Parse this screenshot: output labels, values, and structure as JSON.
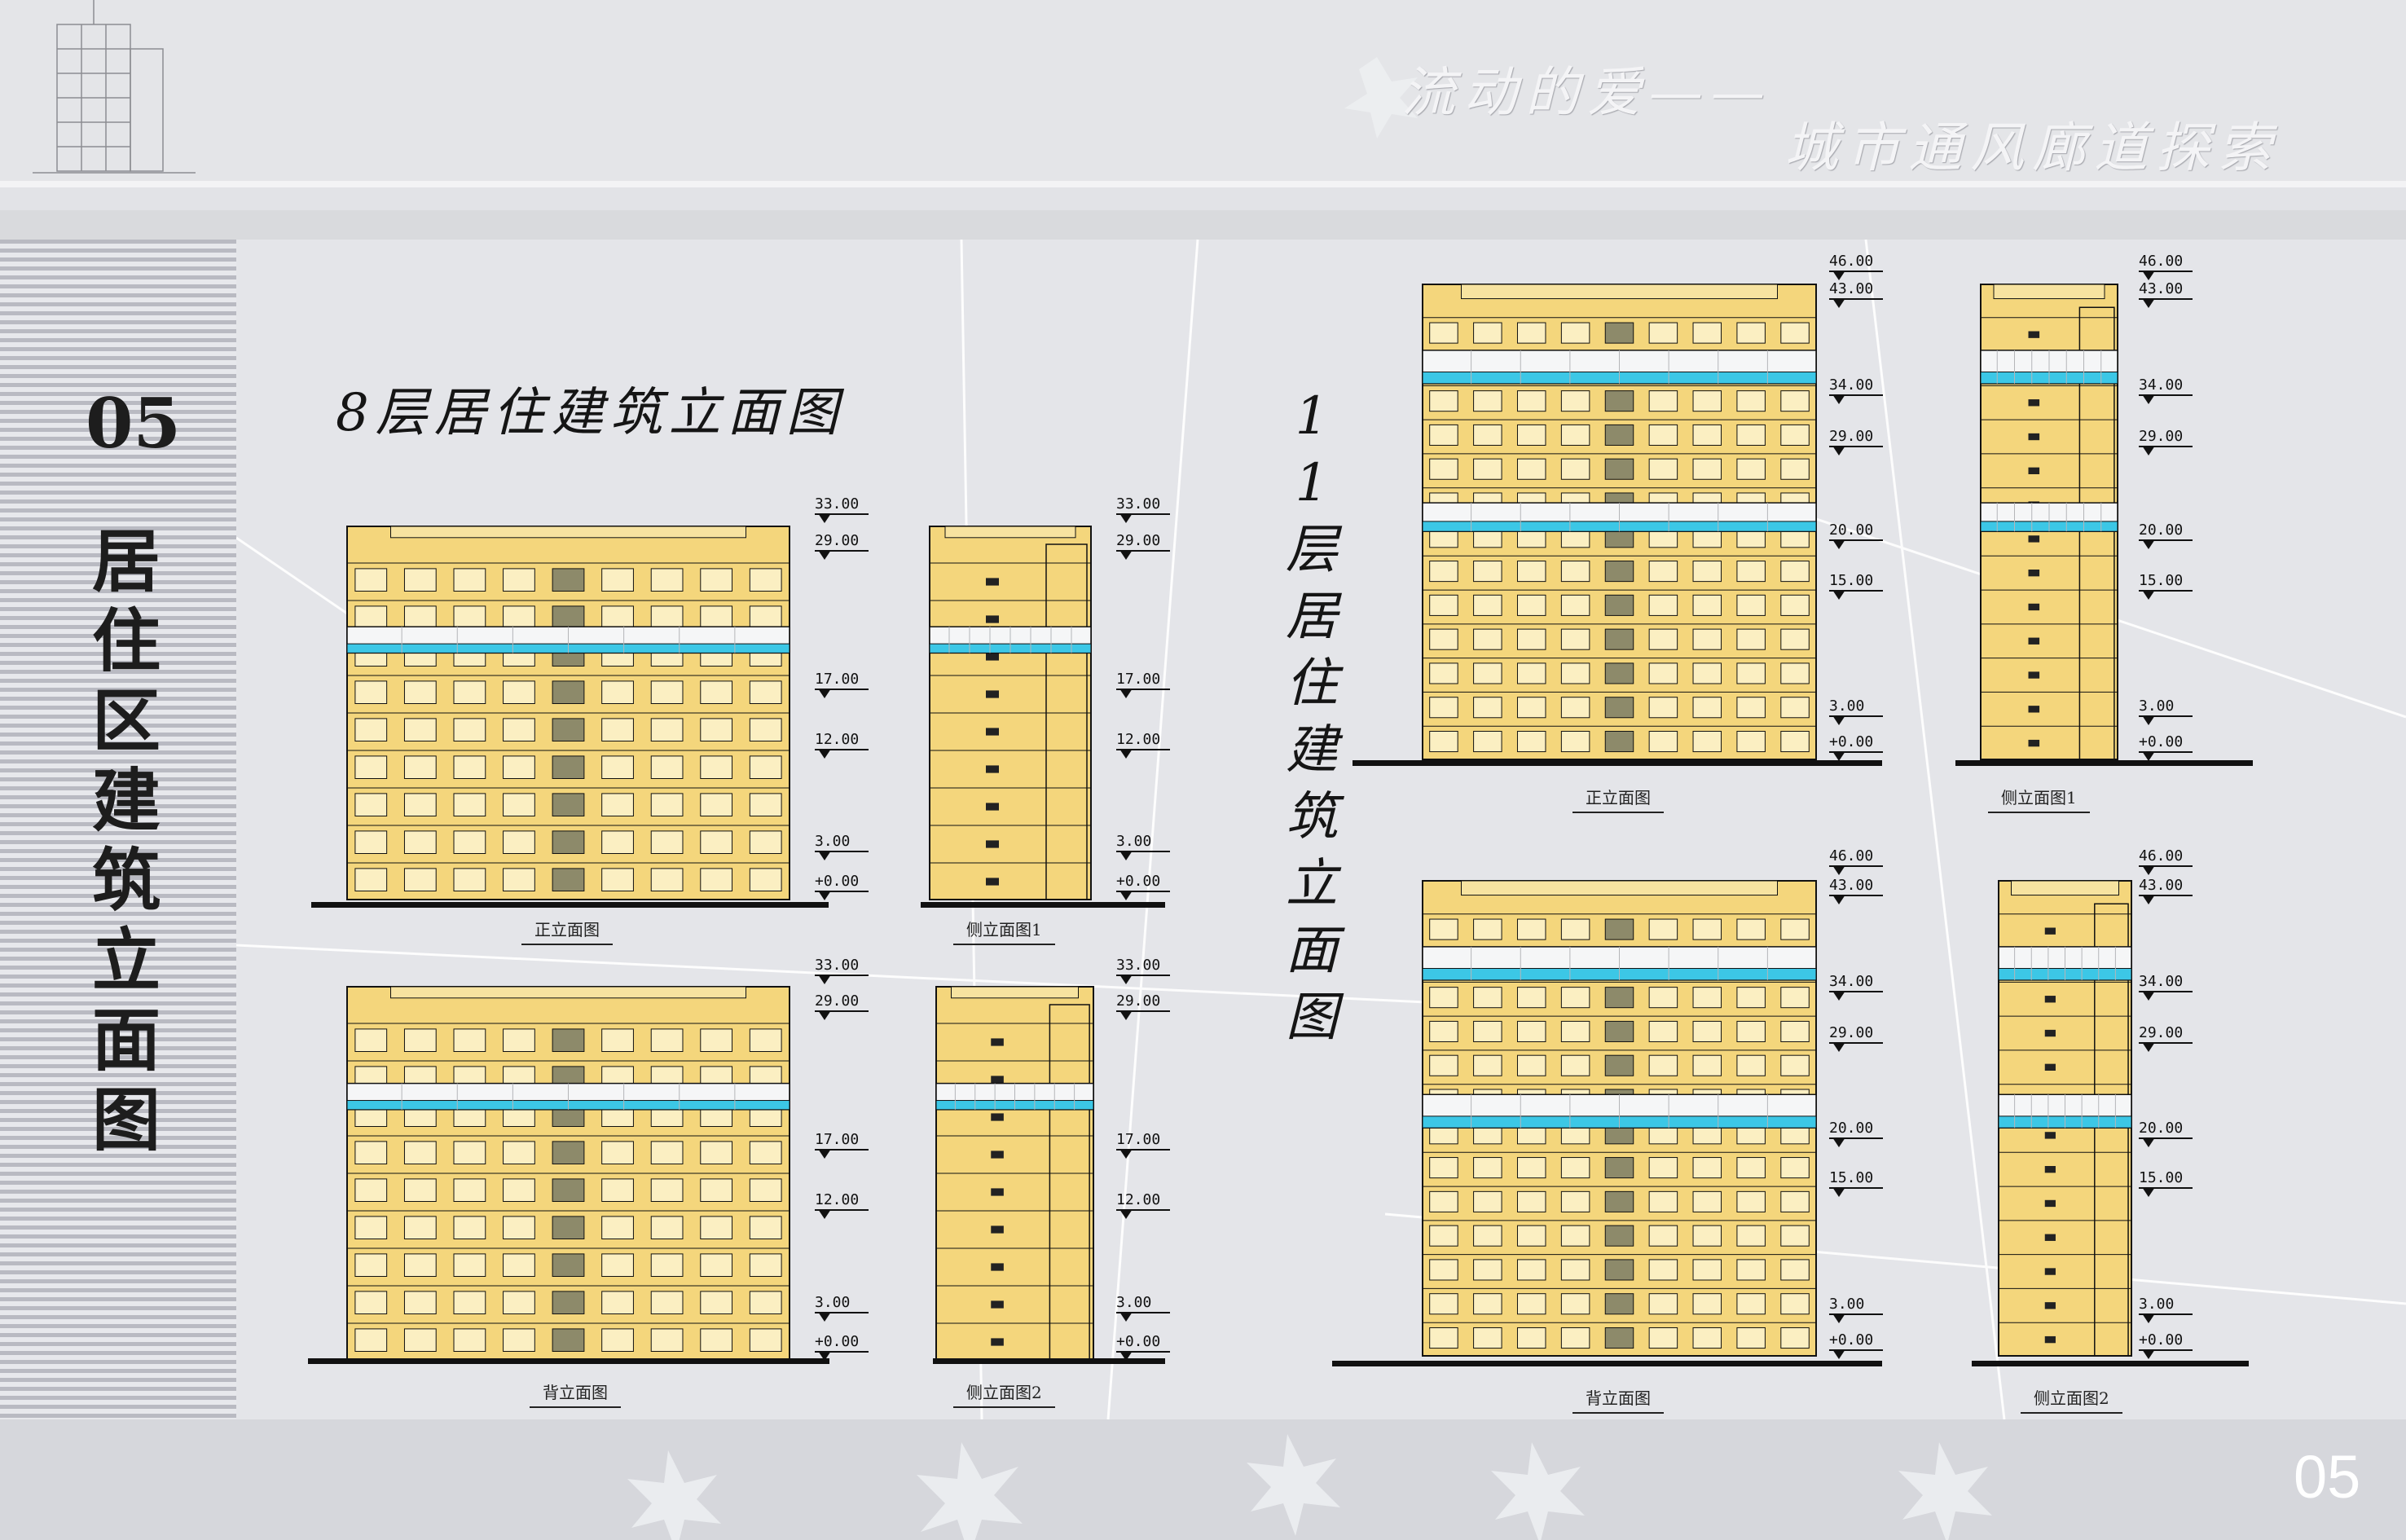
{
  "header": {
    "title_line1": "流动的爱——",
    "title_line2": "城市通风廊道探索"
  },
  "sidebar": {
    "number": "05",
    "title": "居住区建筑立面图"
  },
  "page_number": "05",
  "section_8": {
    "heading": "8层居住建筑立面图",
    "views": {
      "front": "正立面图",
      "side1": "侧立面图1",
      "back": "背立面图",
      "side2": "侧立面图2"
    },
    "levels": [
      "33.00",
      "29.00",
      "17.00",
      "12.00",
      "3.00",
      "+0.00"
    ]
  },
  "section_11": {
    "heading": "11层居住建筑立面图",
    "views": {
      "front": "正立面图",
      "side1": "侧立面图1",
      "back": "背立面图",
      "side2": "侧立面图2"
    },
    "levels": [
      "46.00",
      "43.00",
      "34.00",
      "29.00",
      "20.00",
      "15.00",
      "3.00",
      "+0.00"
    ]
  },
  "colors": {
    "facade": "#f4d67c",
    "glass": "#3cc7e6",
    "line": "#111111"
  }
}
